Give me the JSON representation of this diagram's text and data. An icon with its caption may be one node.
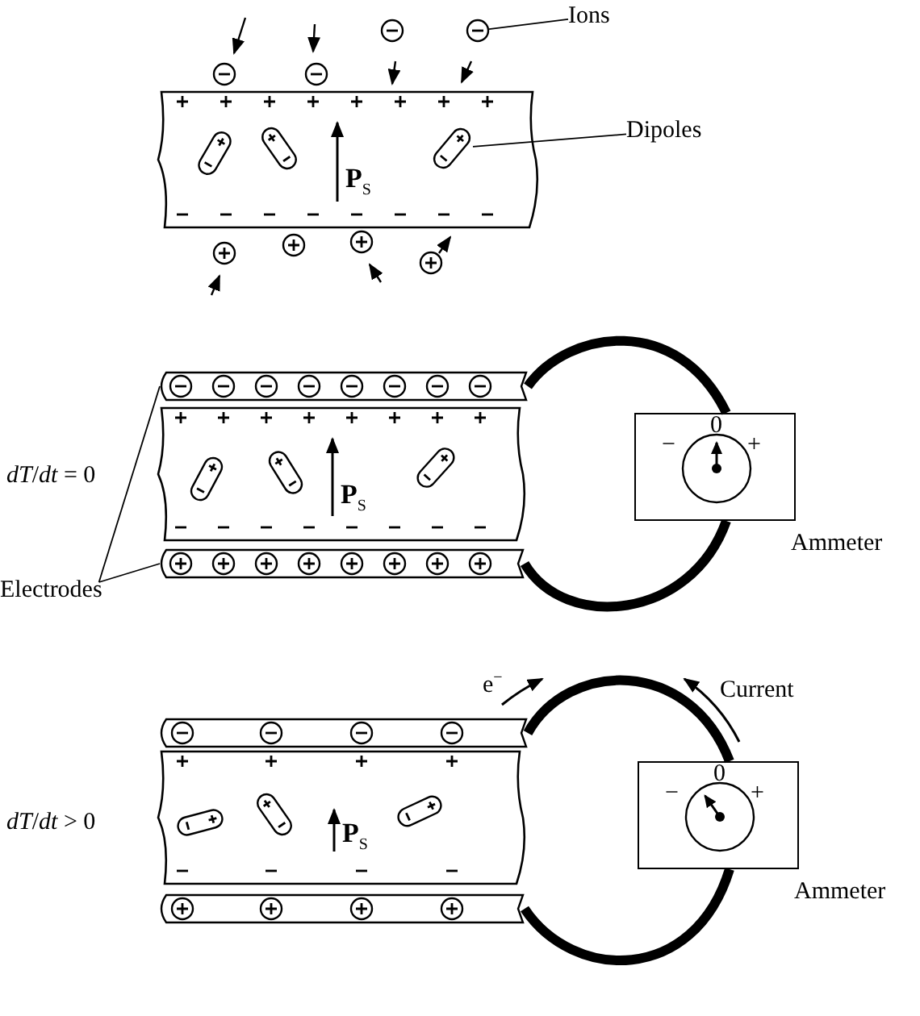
{
  "diagram": {
    "nodes": [
      {
        "text": [
          "Ions"
        ]
      },
      {
        "text": [],
        "shape": "circle"
      },
      {
        "text": [
          "Dipoles"
        ]
      },
      {
        "text": [],
        "shape": "capsule"
      },
      {
        "text": [
          "Electrodes"
        ]
      },
      {
        "text": [],
        "shape": "bar"
      },
      {
        "text": [
          "−",
          "0",
          "+"
        ],
        "beside": [
          "Ammeter"
        ]
      },
      {
        "text": [],
        "shape": "bar"
      },
      {
        "text": [],
        "shape": "bar"
      },
      {
        "text": [
          "−",
          "0",
          "+"
        ],
        "beside": [
          "Ammeter"
        ]
      },
      {
        "text": [],
        "shape": "bar"
      }
    ],
    "edges": [
      {
        "from": 0,
        "to": 1,
        "arrow": "none"
      },
      {
        "from": 2,
        "to": 3,
        "arrow": "none"
      },
      {
        "from": 4,
        "to": 5,
        "arrow": "none"
      },
      {
        "from": 4,
        "to": 7,
        "arrow": "none"
      },
      {
        "from": 5,
        "to": 6,
        "arrow": "none",
        "style": "thick"
      },
      {
        "from": 7,
        "to": 6,
        "arrow": "none",
        "style": "thick"
      },
      {
        "from": 8,
        "to": 9,
        "arrow": "none",
        "style": "thick"
      },
      {
        "from": 10,
        "to": 9,
        "arrow": "none",
        "style": "thick"
      }
    ],
    "labels": [
      "**P**$_{S}$",
      "*dT*/*dt* = 0",
      "**P**$_{S}$",
      "e$^{−}$",
      "Current",
      "*dT*/*dt* > 0",
      "**P**$_{S}$"
    ]
  }
}
